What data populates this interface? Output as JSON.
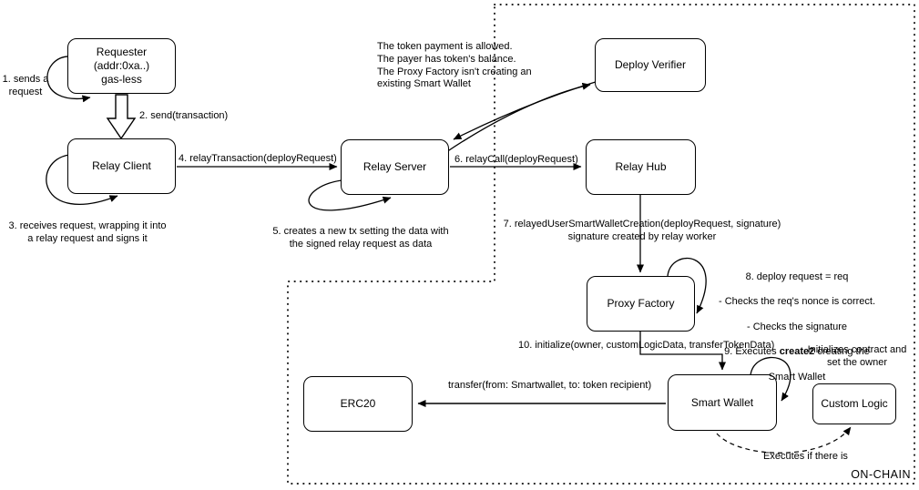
{
  "boxes": {
    "requester": "Requester\n(addr:0xa..)\ngas-less",
    "relay_client": "Relay Client",
    "relay_server": "Relay Server",
    "deploy_verifier": "Deploy Verifier",
    "relay_hub": "Relay Hub",
    "proxy_factory": "Proxy Factory",
    "smart_wallet": "Smart Wallet",
    "custom_logic": "Custom Logic",
    "erc20": "ERC20"
  },
  "annotations": {
    "step1": "1. sends a\nrequest",
    "step2": "2. send(transaction)",
    "step3": "3. receives request, wrapping it into\na relay request and signs it",
    "step4": "4. relayTransaction(deployRequest)",
    "step5": "5. creates a new tx setting the data with\nthe signed relay request as data",
    "step6": "6. relayCall(deployRequest)",
    "step7": "7. relayedUserSmartWalletCreation(deployRequest, signature)\nsignature created by relay worker",
    "verifier_conditions": "The token payment is allowed.\nThe payer has token's balance.\nThe Proxy Factory isn't creating an\nexisting Smart Wallet",
    "step89": {
      "line1": "8. deploy request = req",
      "line2": "- Checks the req's nonce is correct.",
      "line3": "- Checks the signature",
      "line4_pre": "9. Executes ",
      "line4_bold": "create2",
      "line4_post": " creating the",
      "line5": "Smart Wallet"
    },
    "step10": "10. initialize(owner, customLogicData, transferTokenData)",
    "initializes": "Initializes contract and\nset the owner",
    "transfer": "transfer(from: Smartwallet, to: token recipient)",
    "executes": "Executes if there is",
    "onchain_label": "ON-CHAIN"
  },
  "colors": {
    "stroke": "#000000",
    "box_fill": "#ffffff",
    "background": "#ffffff"
  }
}
